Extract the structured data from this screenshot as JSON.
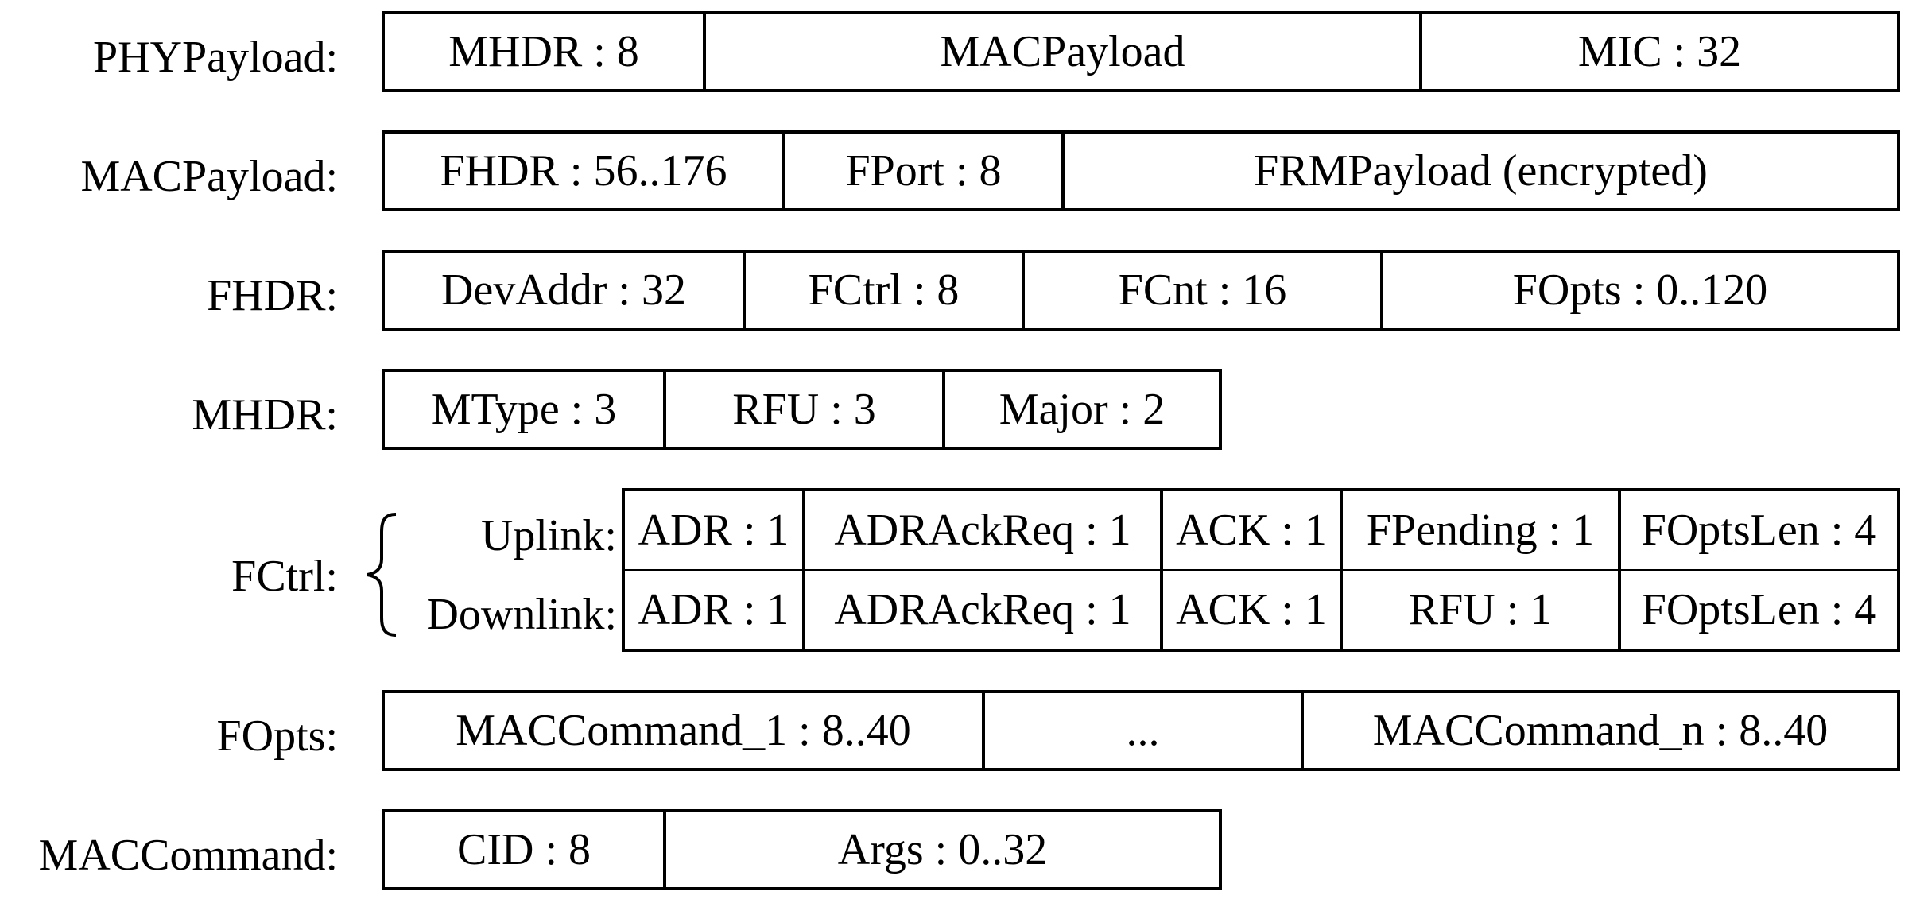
{
  "rows": {
    "phypayload": {
      "label": "PHYPayload:",
      "cells": [
        "MHDR : 8",
        "MACPayload",
        "MIC : 32"
      ]
    },
    "macpayload": {
      "label": "MACPayload:",
      "cells": [
        "FHDR : 56..176",
        "FPort : 8",
        "FRMPayload (encrypted)"
      ]
    },
    "fhdr": {
      "label": "FHDR:",
      "cells": [
        "DevAddr : 32",
        "FCtrl : 8",
        "FCnt : 16",
        "FOpts : 0..120"
      ]
    },
    "mhdr": {
      "label": "MHDR:",
      "cells": [
        "MType : 3",
        "RFU : 3",
        "Major : 2"
      ]
    },
    "fctrl": {
      "label": "FCtrl:",
      "uplink_label": "Uplink:",
      "downlink_label": "Downlink:",
      "uplink_cells": [
        "ADR : 1",
        "ADRAckReq : 1",
        "ACK : 1",
        "FPending : 1",
        "FOptsLen : 4"
      ],
      "downlink_cells": [
        "ADR : 1",
        "ADRAckReq : 1",
        "ACK : 1",
        "RFU : 1",
        "FOptsLen : 4"
      ]
    },
    "fopts": {
      "label": "FOpts:",
      "cells": [
        "MACCommand_1 : 8..40",
        "...",
        "MACCommand_n : 8..40"
      ]
    },
    "maccommand": {
      "label": "MACCommand:",
      "cells": [
        "CID : 8",
        "Args : 0..32"
      ]
    }
  }
}
